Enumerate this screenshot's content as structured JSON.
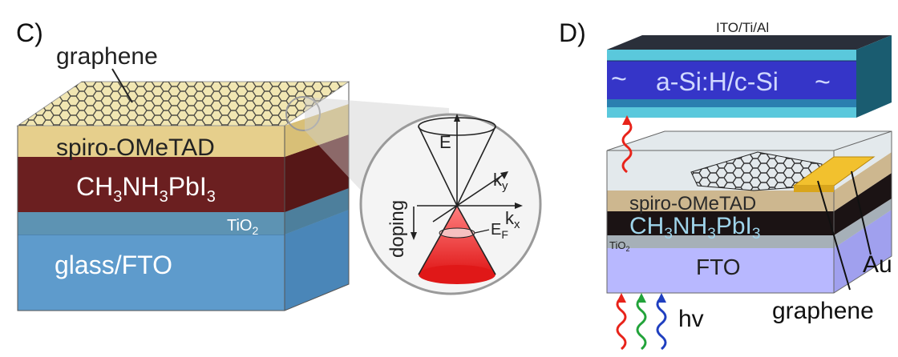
{
  "panel_c": {
    "label": "C)",
    "graphene_label": "graphene",
    "layers": {
      "spiro": "spiro-OMeTAD",
      "perovskite": {
        "base": "CH",
        "s1": "3",
        "mid": "NH",
        "s2": "3",
        "tail": "PbI",
        "s3": "3"
      },
      "tio2": {
        "base": "TiO",
        "sub": "2"
      },
      "glass": "glass/FTO"
    },
    "inset": {
      "energy": "E",
      "ky": {
        "base": "k",
        "sub": "y"
      },
      "kx": {
        "base": "k",
        "sub": "x"
      },
      "ef": {
        "base": "E",
        "sub": "F"
      },
      "doping": "doping"
    }
  },
  "panel_d": {
    "label": "D)",
    "top_contact": "ITO/Ti/Al",
    "silicon": "a-Si:H/c-Si",
    "tilde": "~",
    "spiro": "spiro-OMeTAD",
    "perovskite": {
      "base": "CH",
      "s1": "3",
      "mid": "NH",
      "s2": "3",
      "tail": "PbI",
      "s3": "3"
    },
    "tio2": {
      "base": "TiO",
      "sub": "2"
    },
    "fto": "FTO",
    "au": "Au",
    "graphene": "graphene",
    "hv": "hv"
  },
  "colors": {
    "spiro": "#e6cf8c",
    "perovskite": "#6b1f20",
    "tio2": "#5d93b3",
    "glass": "#5e9bcc",
    "silicon": "#3535c8",
    "gold": "#f2c12e"
  }
}
